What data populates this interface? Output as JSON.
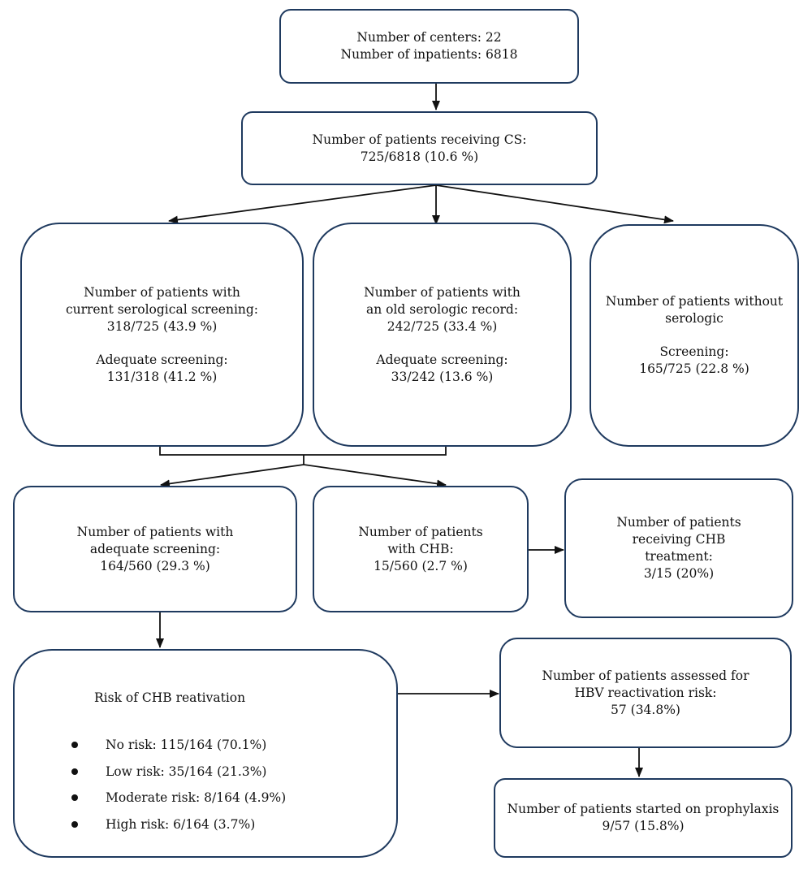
{
  "centers": {
    "line1": "Number of centers: 22",
    "line2": "Number of inpatients: 6818"
  },
  "cs": {
    "line1": "Number of patients receiving CS:",
    "line2": "725/6818 (10.6 %)"
  },
  "current_screening": {
    "line1": "Number of patients with",
    "line2": "current serological screening:",
    "line3": "318/725 (43.9 %)",
    "line4": "Adequate screening:",
    "line5": "131/318 (41.2 %)"
  },
  "old_record": {
    "line1": "Number of patients with",
    "line2": "an old serologic record:",
    "line3": "242/725 (33.4 %)",
    "line4": "Adequate screening:",
    "line5": "33/242 (13.6 %)"
  },
  "no_serology": {
    "line1": "Number of patients without",
    "line2": "serologic",
    "line3": "Screening:",
    "line4": "165/725 (22.8 %)"
  },
  "adequate": {
    "line1": "Number of patients with",
    "line2": "adequate screening:",
    "line3": "164/560 (29.3 %)"
  },
  "chb": {
    "line1": "Number of patients",
    "line2": "with CHB:",
    "line3": "15/560 (2.7 %)"
  },
  "chb_treatment": {
    "line1": "Number of patients",
    "line2": "receiving CHB",
    "line3": "treatment:",
    "line4": "3/15 (20%)"
  },
  "risk": {
    "title": "Risk of CHB reativation",
    "items": [
      "No risk: 115/164 (70.1%)",
      "Low risk: 35/164 (21.3%)",
      "Moderate risk: 8/164 (4.9%)",
      "High risk: 6/164 (3.7%)"
    ]
  },
  "assessed": {
    "line1": "Number of patients assessed for",
    "line2": "HBV reactivation risk:",
    "line3": "57 (34.8%)"
  },
  "prophylaxis": {
    "line1": "Number of patients started on prophylaxis",
    "line2": "9/57 (15.8%)"
  },
  "colors": {
    "box_border": "#1f3a5f",
    "arrow": "#111111"
  }
}
